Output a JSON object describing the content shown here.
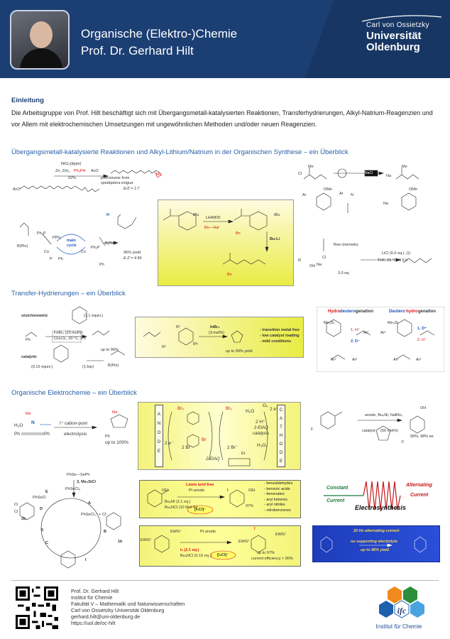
{
  "header": {
    "title": "Organische (Elektro-)Chemie",
    "name": "Prof. Dr. Gerhard Hilt",
    "logo_line1": "Carl von Ossietzky",
    "logo_line2": "Universität",
    "logo_line3": "Oldenburg",
    "bg_color": "#1c3f73"
  },
  "intro": {
    "heading": "Einleitung",
    "text": "Die Arbeitsgruppe von Prof. Hilt beschäftigt sich mit Übergangsmetall-katalysierten Reaktionen, Transferhydrierungen, Alkyl-Natrium-Reagenzien und vor Allem mit elektrochemischen Umsetzungen mit ungewöhnlichen Methoden und/oder neuen Reagenzien."
  },
  "section1": {
    "heading": "Übergangsmetall-katalysierte Reaktionen und Alkyl-Lithium/Natrium in der Organischen Synthese – ein Überblick",
    "rxn1": {
      "reagent1": "NiCl₂(dppe)",
      "reagent2": "Zn, ZnI₂,",
      "reagent2_red": "Ph₂PH",
      "yield": "92%",
      "product_note1": "pheromone from",
      "product_note2": "spodoptera exigua",
      "ez": "E/Z = 1:7",
      "me": "Me",
      "aco1": "AcO",
      "aco2": "AcO"
    },
    "rxn2": {
      "bpin1": "B(Pin)",
      "ph2p": "Ph₂P",
      "pph2": "PPh₂",
      "main": "main",
      "cycle": "cycle",
      "h": "H",
      "co": "Co",
      "ph": "Ph",
      "p": "P",
      "bpin2": "B(Pin)",
      "yield": "96% yield",
      "ez": "E:Z = 4.96"
    },
    "rxn3": {
      "lihmds": "LiHMDS",
      "bnhal": "Bn—Hal",
      "tbu": "tBu",
      "buli": "Bu-Li",
      "bn": "Bn"
    },
    "rxn4": {
      "na": "Na",
      "nacl": "NaCl",
      "cl": "Cl",
      "me": "Me",
      "ome": "OMe",
      "flow": "flow chemistry",
      "licl": "LiCl (6.0 eq.), ))) ",
      "thf": "THF, 25 °C, 0.5 h",
      "eq": "3.0 eq.",
      "oh": "OH",
      "r": "R",
      "n": "N",
      "ar": "Ar"
    }
  },
  "section2": {
    "heading": "Transfer-Hydrierungen – ein Überblick",
    "stoich": "stoichiometric",
    "catalytic": "catalytic",
    "eq1": "(1.1 equiv.)",
    "eq2": "(0.15 equiv.)",
    "bar": "(1 bar)",
    "fecl": "FeBr₃ (20 mol%)",
    "solv": "CH₂Cl₂, 20 °C, 1 h",
    "upto1": "up to 96%",
    "bpin": "B(Pin)",
    "inbr": "InBr₃",
    "inbr_mol": "(3 mol%)",
    "upto2": "up to 99% yield",
    "bullet1": "- transition metal free",
    "bullet2": "- low catalyst loading",
    "bullet3": "- mild conditions",
    "hydrodeut_red": "Hydro",
    "hydrodeut_blue": "deutero",
    "hydrodeut_rest": "genation",
    "deutero_blue": "Deutero",
    "deutero_red": "hydro",
    "deutero_rest": "genation",
    "h_plus": "1. H⁺",
    "d_minus": "2. D⁻",
    "d_plus": "1. D⁺",
    "h_minus": "2. H⁻",
    "me3si": "Me₃Si",
    "ar1": "Ar¹",
    "ar2": "Ar²",
    "r1": "R¹",
    "r2": "R²",
    "ipr": "iPr",
    "ph": "Ph"
  },
  "section3": {
    "heading": "Organische Elektrochemie – ein Überblick",
    "me": "Me",
    "h2o": "H₂O",
    "n": "N",
    "cation_pool": "I⁺ cation-pool",
    "electrolysis": "electrolysis",
    "upto": "up to 100%",
    "ph1": "Ph",
    "ph2": "Ph",
    "anode": [
      "A",
      "N",
      "O",
      "D",
      "E"
    ],
    "cathode": [
      "C",
      "A",
      "T",
      "H",
      "O",
      "D",
      "E"
    ],
    "br2a": "Br₂",
    "br2b": "Br₂",
    "br": "Br",
    "twoe1": "2 e⁻",
    "twoe2": "2 e⁻",
    "twobr1": "2 Br⁻",
    "twobr2": "2 Br⁻",
    "h2o_2": "H₂O",
    "o2": "O₂",
    "twoh": "2 H⁺",
    "eiaq": "2-EtAQ",
    "catalysis": "catalysis",
    "h2o2": "H₂O₂",
    "eiaq2": "2-EtAQ",
    "et": "Et",
    "f1": "F",
    "anode_cond": "anode, Bu₄NI, NaBH₄",
    "catalyst": "catalyst",
    "mol50": "(50 mol%)",
    "ee": "99%, 98% ee",
    "oh": "OH",
    "phsesph": "PhSe—SePh",
    "me3sicl": "3, Me₃SiCl",
    "phsecl3": "PhSeCl₃",
    "phsecl": "PhSeCl",
    "phsecl2": "PhSeCl₂⁺ + Cl⁻",
    "e_label": "E",
    "a_label": "A",
    "b_label": "B",
    "c_label": "C",
    "d_label": "D",
    "cl": "Cl",
    "b2": "2b",
    "b1": "1b",
    "five": "5",
    "lewis": "Lewis acid free",
    "pt_anode": "Pt anode",
    "bu4ni": "Bu₄NI (2.1 eq.)",
    "bu4ncl": "Bu₄NCl (10 Mol-%)",
    "i2cl": "[I₂Cl]⁻",
    "yield97": "97%",
    "oet": "OEt",
    "list": [
      "benzaldehydes",
      "benzoic acids",
      "benzoates",
      "aryl ketones",
      "aryl nitriles",
      "nitrobenzenes"
    ],
    "constant": "Constant",
    "current": "Current",
    "alternating": "Alternating",
    "current2": "Current",
    "electrosynthesis": "Electrosynthesis",
    "ewg1": "EWG¹",
    "ewg2": "EWG²",
    "pt_anode2": "Pt anode",
    "i2": "I₂ (2.1 eq.)",
    "bu4ncl2": "Bu₄NCl (0.10 eq. )",
    "i2cl2": "[I₂Cl]⁻",
    "upto97": "up to 97%",
    "eff": "current efficiency > 90%",
    "i_label": "I",
    "blue_l1": "20 Hz alternating current",
    "blue_l2": "no supporting electrolyte",
    "blue_l3": "up to 96% yield",
    "colors": {
      "constant": "#1a7a3a",
      "alternating": "#c51616",
      "blue_text": "#ffd94d"
    }
  },
  "footer": {
    "name": "Prof. Dr. Gerhard Hilt",
    "inst": "Institut für Chemie",
    "fak": "Fakultät V – Mathematik und Naturwissenschaften",
    "uni": "Carl von Ossietzky Universität Oldenburg",
    "email": "gerhard.hilt@uni-oldenburg.de",
    "url": "https://uol.de/oc-hilt",
    "ifc": "ifc",
    "ifc_text": "Institut für Chemie"
  }
}
